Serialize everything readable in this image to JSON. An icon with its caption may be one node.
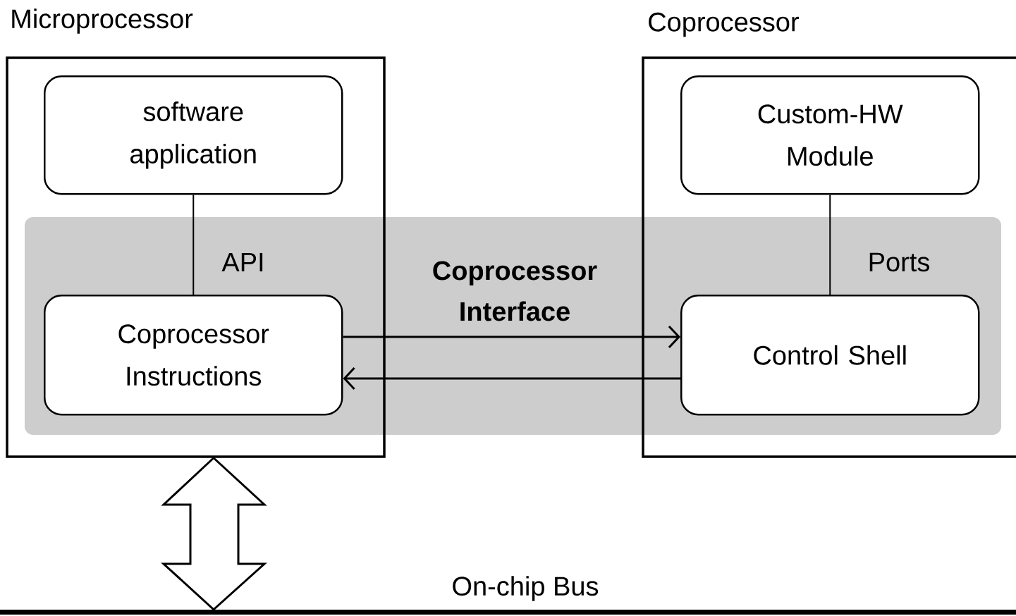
{
  "diagram": {
    "nodes": [
      {
        "text": [
          "Microprocessor"
        ]
      },
      {
        "text": [
          "Coprocessor"
        ]
      },
      {
        "text": [
          "software application"
        ],
        "in": 0
      },
      {
        "text": [
          "Coprocessor Instructions"
        ],
        "in": 0
      },
      {
        "text": [
          "Custom-HW Module"
        ],
        "in": 1
      },
      {
        "text": [
          "Control Shell"
        ],
        "in": 1
      },
      {
        "text": [
          "On-chip Bus"
        ]
      }
    ],
    "edges": [
      {
        "from": 2,
        "to": 3,
        "arrow": "none",
        "label": "API"
      },
      {
        "from": 4,
        "to": 5,
        "arrow": "none",
        "label": "Ports"
      },
      {
        "from": 3,
        "to": 5,
        "arrow": "to"
      },
      {
        "from": 5,
        "to": 3,
        "arrow": "to"
      },
      {
        "from": 0,
        "to": 6,
        "arrow": "both",
        "style": "thick"
      }
    ],
    "labels": [
      "Coprocessor Interface"
    ]
  }
}
